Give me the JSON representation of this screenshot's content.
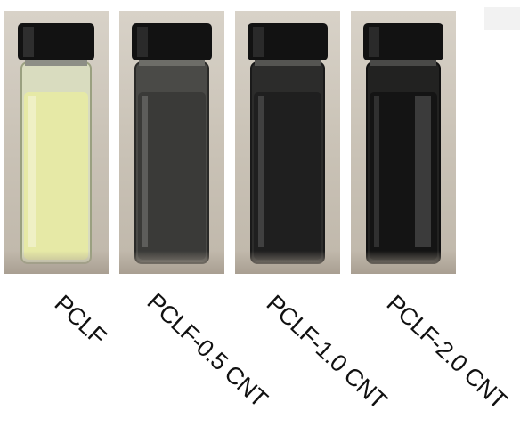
{
  "vials": [
    {
      "label": "PCLF",
      "liquid_color": "#e6e9a6"
    },
    {
      "label": "PCLF-0.5 CNT",
      "liquid_color": "#3a3a38"
    },
    {
      "label": "PCLF-1.0 CNT",
      "liquid_color": "#1f1f1f"
    },
    {
      "label": "PCLF-2.0 CNT",
      "liquid_color": "#141414"
    }
  ],
  "cap_color": "#121212"
}
